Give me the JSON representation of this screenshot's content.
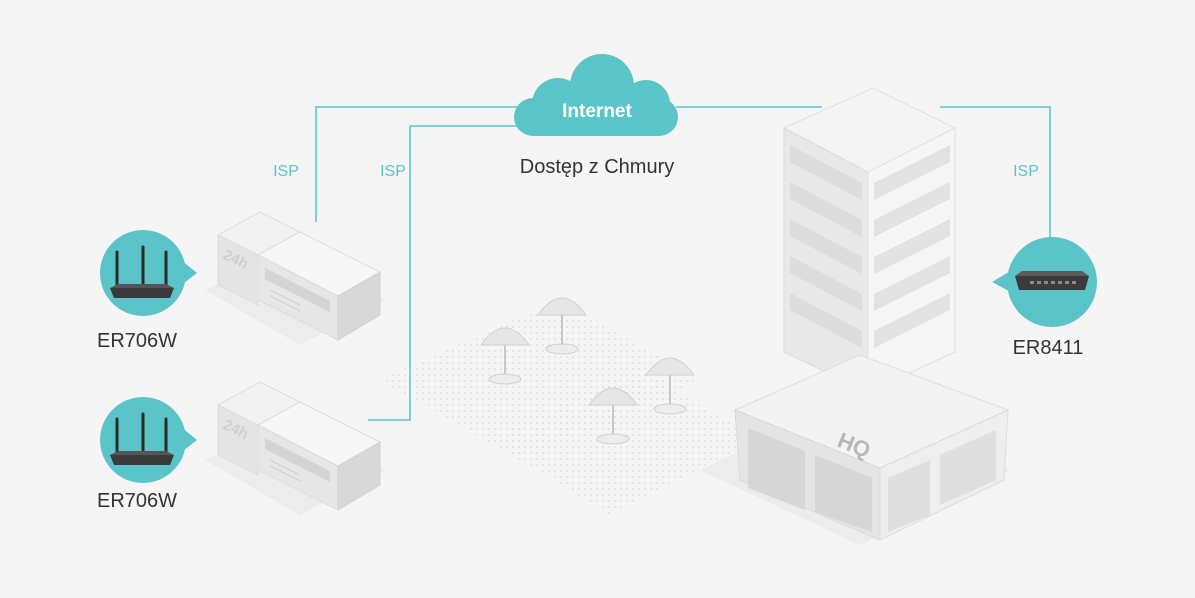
{
  "cloud": {
    "label": "Internet"
  },
  "cloud_caption": "Dostęp z Chmury",
  "isp_labels": [
    "ISP",
    "ISP",
    "ISP"
  ],
  "devices": [
    {
      "name": "ER706W",
      "icon": "router-with-antennas-icon"
    },
    {
      "name": "ER706W",
      "icon": "router-with-antennas-icon"
    },
    {
      "name": "ER8411",
      "icon": "rackmount-router-icon"
    }
  ],
  "shop_signs": [
    "24h",
    "24h"
  ],
  "hq_sign": "HQ",
  "colors": {
    "background": "#f5f5f5",
    "accent": "#5bc4c8",
    "line": "#5bc4c8",
    "text": "#333333",
    "building": "#e8e8e8"
  }
}
